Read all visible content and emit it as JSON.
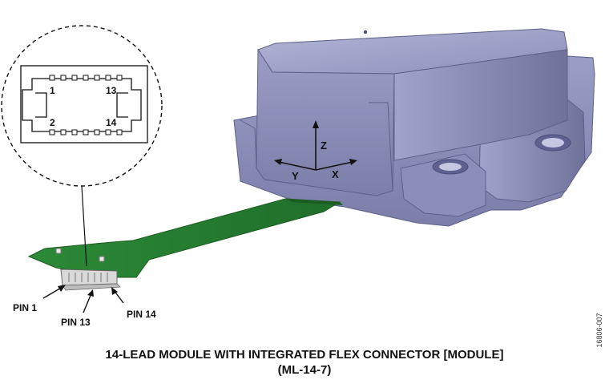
{
  "detail_view": {
    "pin_top_left": "1",
    "pin_top_right": "13",
    "pin_bottom_left": "2",
    "pin_bottom_right": "14"
  },
  "axes": {
    "z": "Z",
    "y": "Y",
    "x": "X"
  },
  "callouts": {
    "pin1": "PIN 1",
    "pin13": "PIN 13",
    "pin14": "PIN 14"
  },
  "figure_id": "16806-007",
  "caption": {
    "line1": "14-LEAD MODULE WITH INTEGRATED FLEX CONNECTOR [MODULE]",
    "line2": "(ML-14-7)"
  },
  "colors": {
    "module_body": "#8f92b8",
    "module_top": "#a9abd0",
    "module_shadow": "#6d6f96",
    "flex_pcb": "#2f8f3a",
    "connector": "#d8d8d8"
  }
}
